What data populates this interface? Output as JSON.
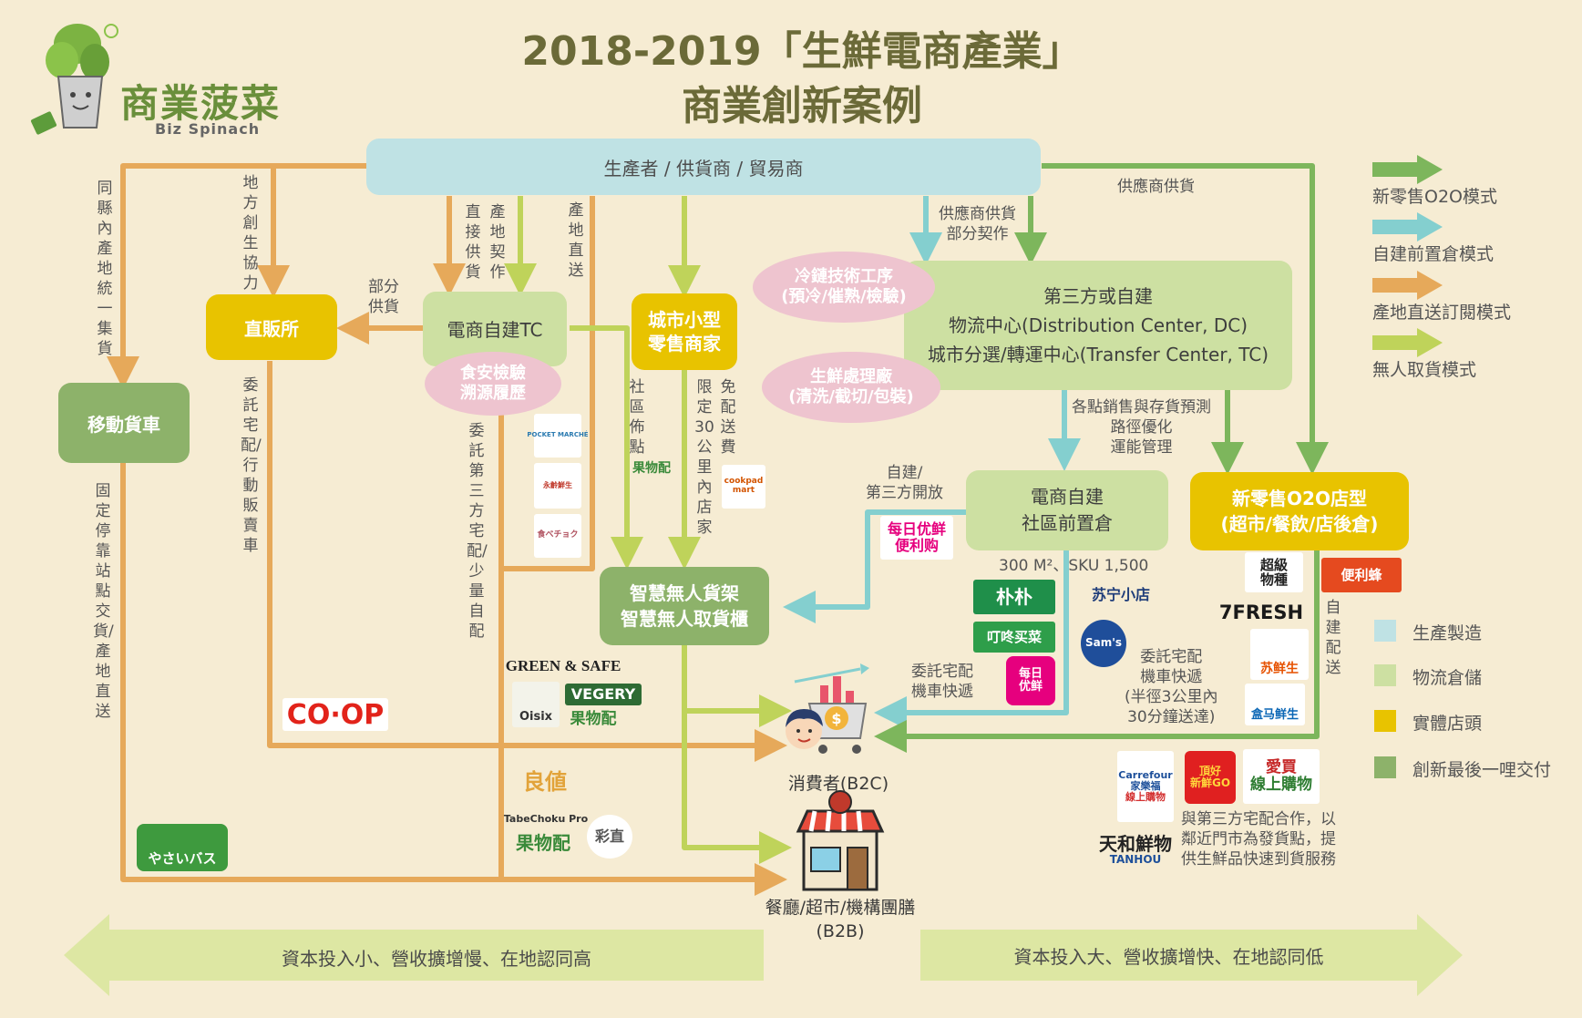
{
  "header": {
    "title_line1": "2018-2019「生鮮電商產業」",
    "title_line2": "商業創新案例",
    "brand_cn": "商業菠菜",
    "brand_en": "Biz Spinach"
  },
  "nodes": {
    "producers": "生產者 / 供貨商 / 貿易商",
    "direct_store": "直販所",
    "ecom_tc": "電商自建TC",
    "food_safety": [
      "食安檢驗",
      "溯源履歷"
    ],
    "city_retailer": [
      "城市小型",
      "零售商家"
    ],
    "cold_chain": [
      "冷鏈技術工序",
      "(預冷/催熟/檢驗)"
    ],
    "fresh_plant": [
      "生鮮處理廠",
      "(清洗/截切/包裝)"
    ],
    "dc_center": [
      "第三方或自建",
      "物流中心(Distribution Center, DC)",
      "城市分選/轉運中心(Transfer Center, TC)"
    ],
    "mobile_truck": "移動貨車",
    "smart_shelf": [
      "智慧無人貨架",
      "智慧無人取貨櫃"
    ],
    "front_warehouse": [
      "電商自建",
      "社區前置倉"
    ],
    "new_retail": [
      "新零售O2O店型",
      "(超市/餐飲/店後倉)"
    ],
    "consumer": "消費者(B2C)",
    "b2b": [
      "餐廳/超市/機構團膳",
      "(B2B)"
    ]
  },
  "labels": {
    "same_county": "同縣內產地統一集貨",
    "local_creation": "地方創生協力",
    "direct_supply": "直接供貨",
    "origin_contract": "產地契作",
    "origin_direct": "產地直送",
    "partial_supply": [
      "部分",
      "供貨"
    ],
    "supplier_partial": [
      "供應商供貨",
      "部分契作"
    ],
    "supplier_supply": "供應商供貨",
    "consign_mobile": "委託宅配/行動販賣車",
    "fixed_stop": "固定停靠站點交貨/產地直送",
    "consign_third": "委託第三方宅配/少量自配",
    "community_point": "社區佈點",
    "free_delivery": "免配送費",
    "limit_30km": "限定30公里內店家",
    "forecast": [
      "各點銷售與存貨預測",
      "路徑優化",
      "運能管理"
    ],
    "self_open": [
      "自建/",
      "第三方開放"
    ],
    "sku": "300 M²、SKU 1,500",
    "consign_moto": [
      "委託宅配",
      "機車快遞"
    ],
    "consign_moto2": [
      "委託宅配",
      "機車快遞",
      "(半徑3公里內",
      "30分鐘送達)"
    ],
    "self_delivery": "自建配送",
    "third_party_coop": [
      "與第三方宅配合作，以",
      "鄰近門市為發貨點，提",
      "供生鮮品快速到貨服務"
    ]
  },
  "logos": {
    "coop": "CO·OP",
    "pocket": "POCKET MARCHÉ",
    "yongsheng": "永齡鮮生",
    "tabechoku": "食べチョク",
    "guowupei": "果物配",
    "cookpad": "cookpad mart",
    "greensafe": "GREEN & SAFE",
    "oisix": "Oisix",
    "vegery": "VEGERY",
    "liangzhi": "良値",
    "tabechoku_pro": "TabeChoku Pro",
    "saichoku": "彩直",
    "yasai_bus": "やさいバス",
    "meiri": [
      "每日优鲜",
      "便利购"
    ],
    "pupu": "朴朴",
    "dingdong": "叮咚买菜",
    "suning": "苏宁小店",
    "sams": "Sam's",
    "meiri_small": [
      "每日",
      "优鲜"
    ],
    "chaojiwuzhong": [
      "超級",
      "物種"
    ],
    "bianlifeng": "便利蜂",
    "sevenfresh": "7FRESH",
    "suxiansheng": "苏鲜生",
    "hema": "盒马鲜生",
    "carrefour": [
      "Carrefour",
      "家樂福",
      "線上購物"
    ],
    "dinghao": [
      "頂好",
      "新鮮GO"
    ],
    "aimai": [
      "愛買",
      "線上購物"
    ],
    "tianhe": [
      "天和鮮物",
      "TANHOU"
    ]
  },
  "legend": {
    "modes": [
      "新零售O2O模式",
      "自建前置倉模式",
      "產地直送訂閱模式",
      "無人取貨模式"
    ],
    "categories": [
      "生產製造",
      "物流倉儲",
      "實體店頭",
      "創新最後一哩交付"
    ]
  },
  "bottom": {
    "left": "資本投入小、營收擴增慢、在地認同高",
    "right": "資本投入大、營收擴增快、在地認同低"
  },
  "colors": {
    "background": "#f6ecd3",
    "o2o_green": "#7db65c",
    "front_teal": "#84cfcf",
    "origin_orange": "#e6a95a",
    "unmanned_lime": "#bfd35a",
    "production": "#bfe2e4",
    "logistics": "#cde0a2",
    "store": "#e8c300",
    "last_mile": "#8db26a",
    "pink": "#eec4cf"
  }
}
